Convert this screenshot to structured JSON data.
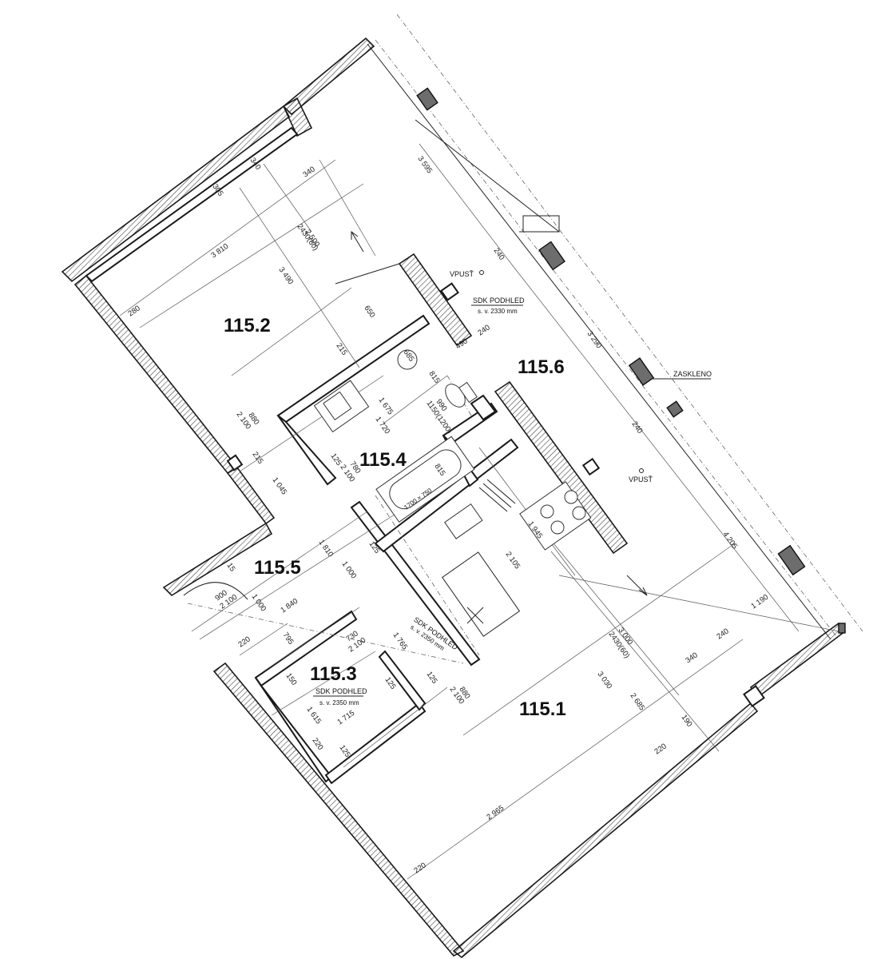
{
  "rooms": [
    {
      "id": "115.2"
    },
    {
      "id": "115.6"
    },
    {
      "id": "115.4"
    },
    {
      "id": "115.5"
    },
    {
      "id": "115.3"
    },
    {
      "id": "115.1"
    }
  ],
  "notes": {
    "vpust_1": "VPUSŤ",
    "vpust_2": "VPUSŤ",
    "zaskleno": "ZASKLENO",
    "sdk_1_title": "SDK PODHLED",
    "sdk_1_sub": "s. v. 2330 mm",
    "sdk_2_title": "SDK PODHLED",
    "sdk_2_sub": "s. v. 2350 mm",
    "sdk_3_title": "SDK PODHLED",
    "sdk_3_sub": "s. v. 2350 mm",
    "bath": "1700 × 750"
  },
  "dimensions": [
    "3 595",
    "340",
    "340",
    "305",
    "2 500",
    "2430(60)",
    "3 810",
    "3 490",
    "280",
    "650",
    "240",
    "215",
    "685",
    "490",
    "240",
    "815",
    "990",
    "1150(1200)",
    "1 675",
    "1 720",
    "880",
    "2 100",
    "215",
    "125",
    "780",
    "2 100",
    "815",
    "3 290",
    "240",
    "1 945",
    "4 205",
    "1 045",
    "1 810",
    "125",
    "1 000",
    "2 105",
    "15",
    "900",
    "2 100",
    "1 000",
    "1 840",
    "795",
    "220",
    "730",
    "2 100",
    "1 765",
    "3 000",
    "2430(60)",
    "1 190",
    "240",
    "340",
    "3 030",
    "2 685",
    "150",
    "125",
    "125",
    "880",
    "2 100",
    "1 615",
    "1 715",
    "220",
    "125",
    "190",
    "220",
    "2 965",
    "220"
  ]
}
